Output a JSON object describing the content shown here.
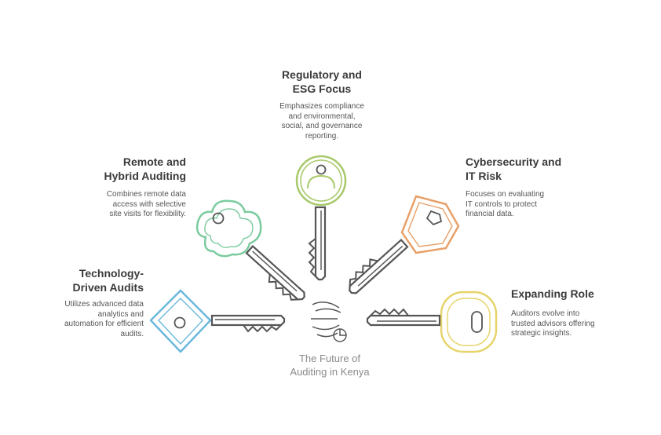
{
  "center": {
    "line1": "The Future of",
    "line2": "Auditing in Kenya"
  },
  "items": [
    {
      "title1": "Regulatory and",
      "title2": "ESG Focus",
      "desc": [
        "Emphasizes compliance",
        "and environmental,",
        "social, and governance",
        "reporting."
      ],
      "color": "#a8c96a"
    },
    {
      "title1": "Remote and",
      "title2": "Hybrid Auditing",
      "desc": [
        "Combines remote data",
        "access with selective",
        "site visits for flexibility."
      ],
      "color": "#7ccb9f"
    },
    {
      "title1": "Cybersecurity and",
      "title2": "IT Risk",
      "desc": [
        "Focuses on evaluating",
        "IT controls to protect",
        "financial data."
      ],
      "color": "#e8a068"
    },
    {
      "title1": "Technology-",
      "title2": "Driven Audits",
      "desc": [
        "Utilizes advanced data",
        "analytics and",
        "automation for efficient",
        "audits."
      ],
      "color": "#6bb8dd"
    },
    {
      "title1": "Expanding Role",
      "desc": [
        "Auditors evolve into",
        "trusted advisors offering",
        "strategic insights."
      ],
      "color": "#e6d46a"
    }
  ]
}
